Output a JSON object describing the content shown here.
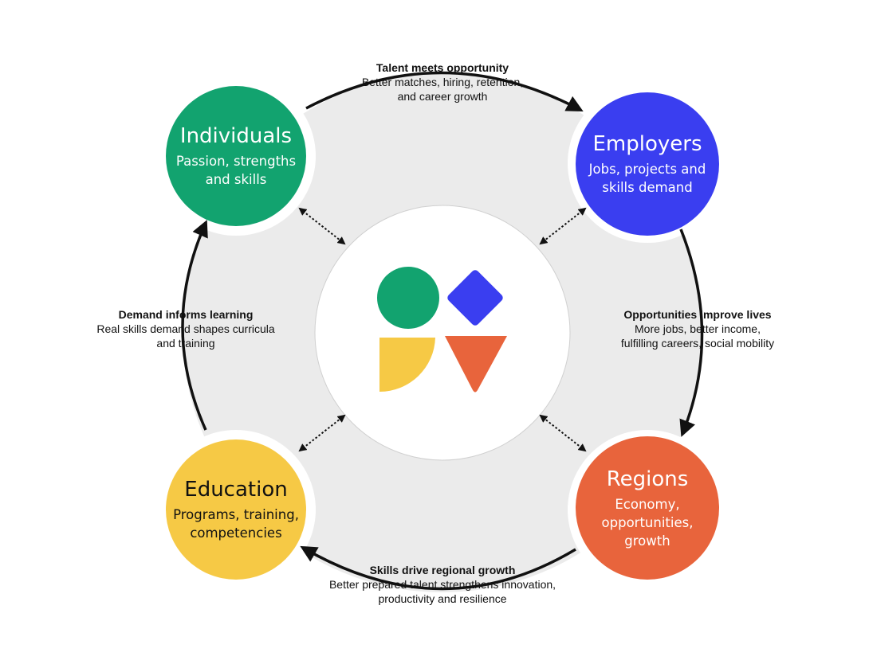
{
  "colors": {
    "ring": "#ebebeb",
    "center": "#ffffff",
    "arrow": "#111111",
    "green": "#12a36f",
    "blue": "#3a3ef0",
    "orange": "#e8643c",
    "yellow": "#f6c945"
  },
  "nodes": {
    "individuals": {
      "title": "Individuals",
      "sub": [
        "Passion, strengths",
        "and skills"
      ]
    },
    "employers": {
      "title": "Employers",
      "sub": [
        "Jobs, projects and",
        "skills demand"
      ]
    },
    "regions": {
      "title": "Regions",
      "sub": [
        "Economy,",
        "opportunities,",
        "growth"
      ]
    },
    "education": {
      "title": "Education",
      "sub": [
        "Programs, training,",
        "competencies"
      ]
    }
  },
  "flows": {
    "top": {
      "title": "Talent meets opportunity",
      "lines": [
        "Better matches, hiring, retention,",
        "and career growth"
      ]
    },
    "right": {
      "title": "Opportunities improve lives",
      "lines": [
        "More jobs, better income,",
        "fulfilling careers, social mobility"
      ]
    },
    "bottom": {
      "title": "Skills drive regional growth",
      "lines": [
        "Better prepared talent strengthens innovation,",
        "productivity and resilience"
      ]
    },
    "left": {
      "title": "Demand informs learning",
      "lines": [
        "Real skills demand shapes curricula",
        "and training"
      ]
    }
  },
  "center_logo": {
    "icons": [
      "green-circle-icon",
      "blue-diamond-icon",
      "yellow-quarter-icon",
      "orange-triangle-icon"
    ]
  }
}
